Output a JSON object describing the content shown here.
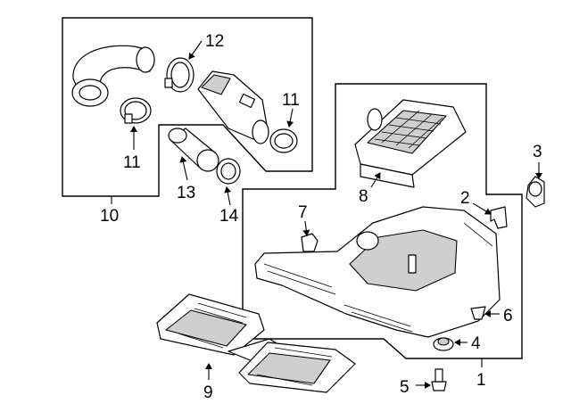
{
  "callouts": {
    "c1": "1",
    "c2": "2",
    "c3": "3",
    "c4": "4",
    "c5": "5",
    "c6": "6",
    "c7": "7",
    "c8": "8",
    "c9": "9",
    "c10": "10",
    "c11a": "11",
    "c11b": "11",
    "c12": "12",
    "c13": "13",
    "c14": "14"
  },
  "icons": {
    "intake_hose": "curved-hose-icon",
    "mass_air_sensor": "maf-housing-icon",
    "air_cleaner_housing": "airbox-tray-icon",
    "filter_element": "filter-element-icon",
    "intake_ducts": "duct-icon"
  },
  "colors": {
    "line": "#000000",
    "background": "#ffffff",
    "shade": "#cfcfcf"
  }
}
